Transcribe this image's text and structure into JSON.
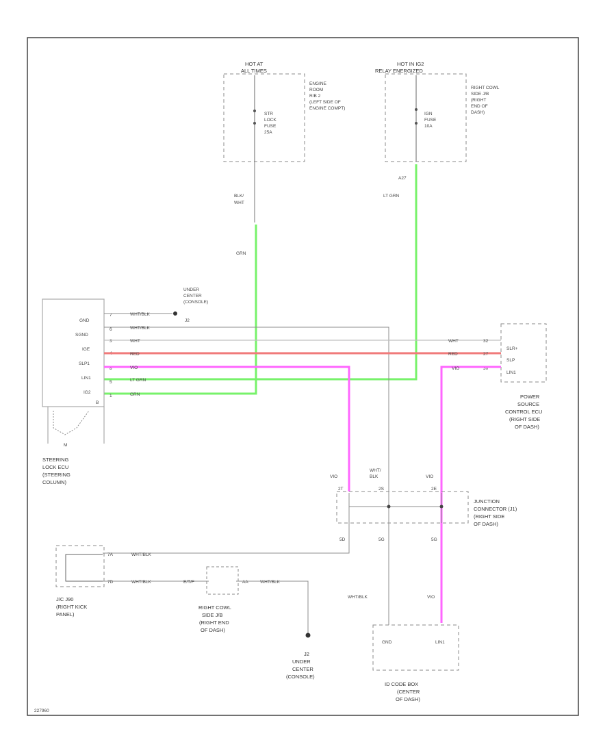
{
  "colors": {
    "frame": "#444444",
    "wire_green": "#77f26a",
    "wire_red": "#f07a7a",
    "wire_pink": "#ff66ff",
    "wire_gray": "#8c8c8c",
    "dashed_box": "#8a8a8a"
  },
  "fuse_box_left": {
    "hot_label": [
      "HOT AT",
      "ALL TIMES"
    ],
    "fuse_label": [
      "STR",
      "LOCK",
      "FUSE",
      "25A"
    ],
    "location": [
      "ENGINE",
      "ROOM",
      "R/B 2",
      "(LEFT SIDE OF",
      "ENGINE COMPT)"
    ]
  },
  "fuse_box_right": {
    "hot_label": [
      "HOT IN IG2",
      "RELAY ENERGIZED"
    ],
    "fuse_label": [
      "IGN",
      "FUSE",
      "10A"
    ],
    "location": [
      "RIGHT COWL",
      "SIDE J/B",
      "(RIGHT",
      "END OF",
      "DASH)"
    ]
  },
  "wire_labels": {
    "blk_wht": [
      "BLK/",
      "WHT"
    ],
    "grn": "GRN",
    "a27": "A27",
    "lt_grn_top": "LT GRN"
  },
  "ground_top": [
    "UNDER",
    "CENTER",
    "(CONSOLE)",
    "J2"
  ],
  "ecu_left": {
    "pins": [
      {
        "name": "GND",
        "num": "7",
        "wire": "WHT/BLK"
      },
      {
        "name": "SGND",
        "num": "6",
        "wire": "WHT/BLK"
      },
      {
        "name": "IGE",
        "num": "3",
        "wire": "WHT"
      },
      {
        "name": "SLP1",
        "num": "4",
        "wire": "RED"
      },
      {
        "name": "LIN1",
        "num": "8",
        "wire": "VIO"
      },
      {
        "name": "IG2",
        "num": "5",
        "wire": "LT GRN"
      },
      {
        "name": "B",
        "num": "1",
        "wire": "GRN"
      }
    ],
    "motor": "M",
    "caption": [
      "STEERING",
      "LOCK ECU",
      "(STEERING",
      "COLUMN)"
    ]
  },
  "ecu_right": {
    "pins": [
      {
        "name": "SLR+",
        "num": "32",
        "wire": "WHT"
      },
      {
        "name": "SLP",
        "num": "27",
        "wire": "RED"
      },
      {
        "name": "LIN1",
        "num": "30",
        "wire": "VIO"
      }
    ],
    "caption": [
      "POWER",
      "SOURCE",
      "CONTROL ECU",
      "(RIGHT SIDE",
      "OF DASH)"
    ]
  },
  "junction": {
    "top_labels": [
      "VIO",
      "WHT/",
      "BLK",
      "VIO"
    ],
    "top_pins": [
      "2T",
      "2S",
      "2E"
    ],
    "bottom_labels": [
      "5D",
      "5G",
      "5G"
    ],
    "caption": [
      "JUNCTION",
      "CONNECTOR (J1)",
      "(RIGHT SIDE",
      "OF DASH)"
    ]
  },
  "jb_left": {
    "pins": [
      {
        "num": "7A",
        "wire": "WHT/BLK"
      },
      {
        "num": "7D",
        "wire": "WHT/BLK"
      }
    ],
    "caption": [
      "J/C J90",
      "(RIGHT KICK",
      "PANEL)"
    ]
  },
  "cowl_small": {
    "left_pin": "E/T/F",
    "right_pin": "AA",
    "wire": "WHT/BLK",
    "caption": [
      "RIGHT COWL",
      "SIDE J/B",
      "(RIGHT END",
      "OF DASH)"
    ]
  },
  "ground_bottom": [
    "J2",
    "UNDER",
    "CENTER",
    "(CONSOLE)"
  ],
  "idcode_box": {
    "wire_left": "WHT/BLK",
    "wire_right": "VIO",
    "pins": [
      "GND",
      "LIN1"
    ],
    "caption": [
      "ID CODE BOX",
      "(CENTER",
      "OF DASH)"
    ]
  },
  "figure_code": "227960"
}
